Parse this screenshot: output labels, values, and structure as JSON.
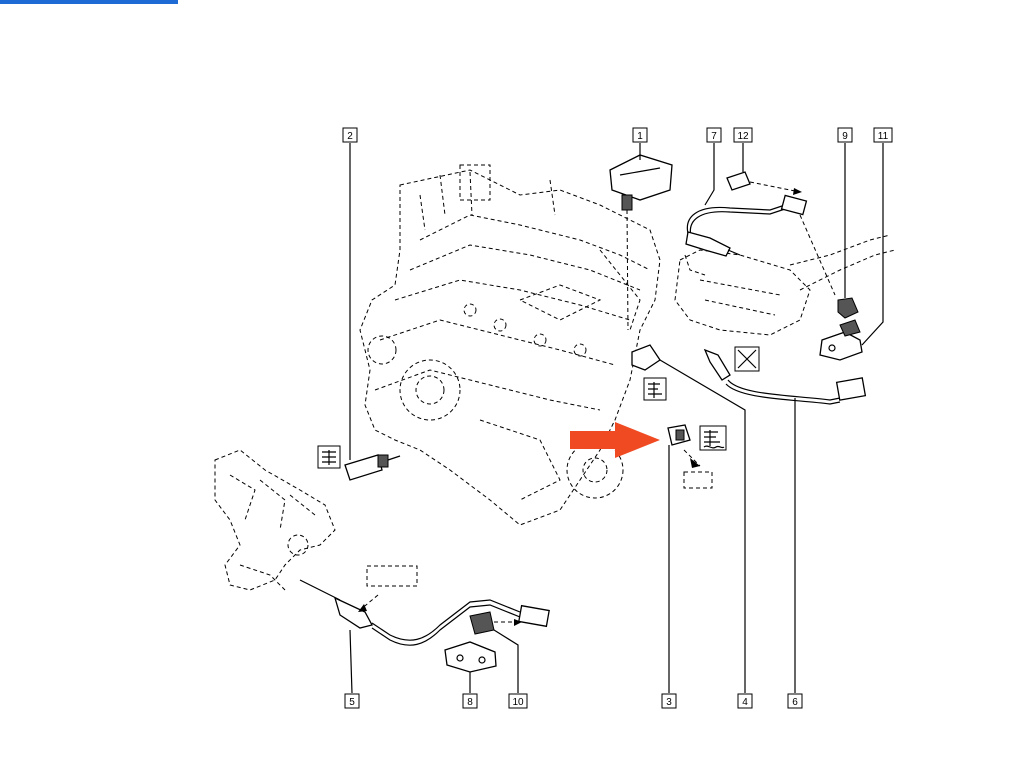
{
  "callouts": [
    {
      "id": "1",
      "label": "1"
    },
    {
      "id": "2",
      "label": "2"
    },
    {
      "id": "3",
      "label": "3"
    },
    {
      "id": "4",
      "label": "4"
    },
    {
      "id": "5",
      "label": "5"
    },
    {
      "id": "6",
      "label": "6"
    },
    {
      "id": "7",
      "label": "7"
    },
    {
      "id": "8",
      "label": "8"
    },
    {
      "id": "9",
      "label": "9"
    },
    {
      "id": "10",
      "label": "10"
    },
    {
      "id": "11",
      "label": "11"
    },
    {
      "id": "12",
      "label": "12"
    }
  ],
  "colors": {
    "highlight_arrow": "#f04a23",
    "top_bar": "#1e6bd6",
    "line": "#000000"
  }
}
